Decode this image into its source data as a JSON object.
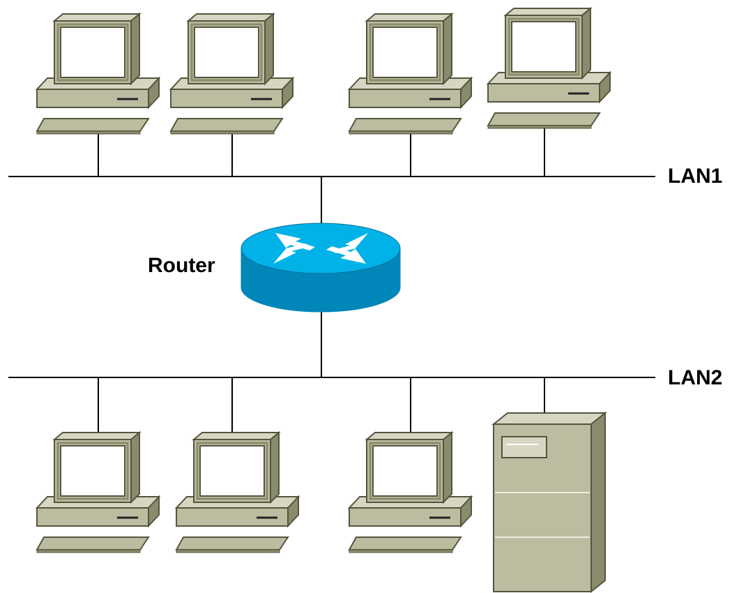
{
  "labels": {
    "router": "Router",
    "lan1": "LAN1",
    "lan2": "LAN2"
  },
  "colors": {
    "device_beige": "#bcbca1",
    "device_dark": "#8a8a6c",
    "device_light": "#d6d6c2",
    "screen": "#ffffff",
    "router_blue": "#00b2e8",
    "router_dark_blue": "#0086b8",
    "line": "#000000"
  },
  "icons": {
    "workstation": "workstation-icon",
    "router": "router-icon",
    "server": "server-tower-icon"
  },
  "topology": {
    "segments": [
      "LAN1",
      "LAN2"
    ],
    "lan1_devices": [
      "workstation",
      "workstation",
      "workstation",
      "workstation"
    ],
    "lan2_devices": [
      "workstation",
      "workstation",
      "workstation",
      "server"
    ]
  }
}
